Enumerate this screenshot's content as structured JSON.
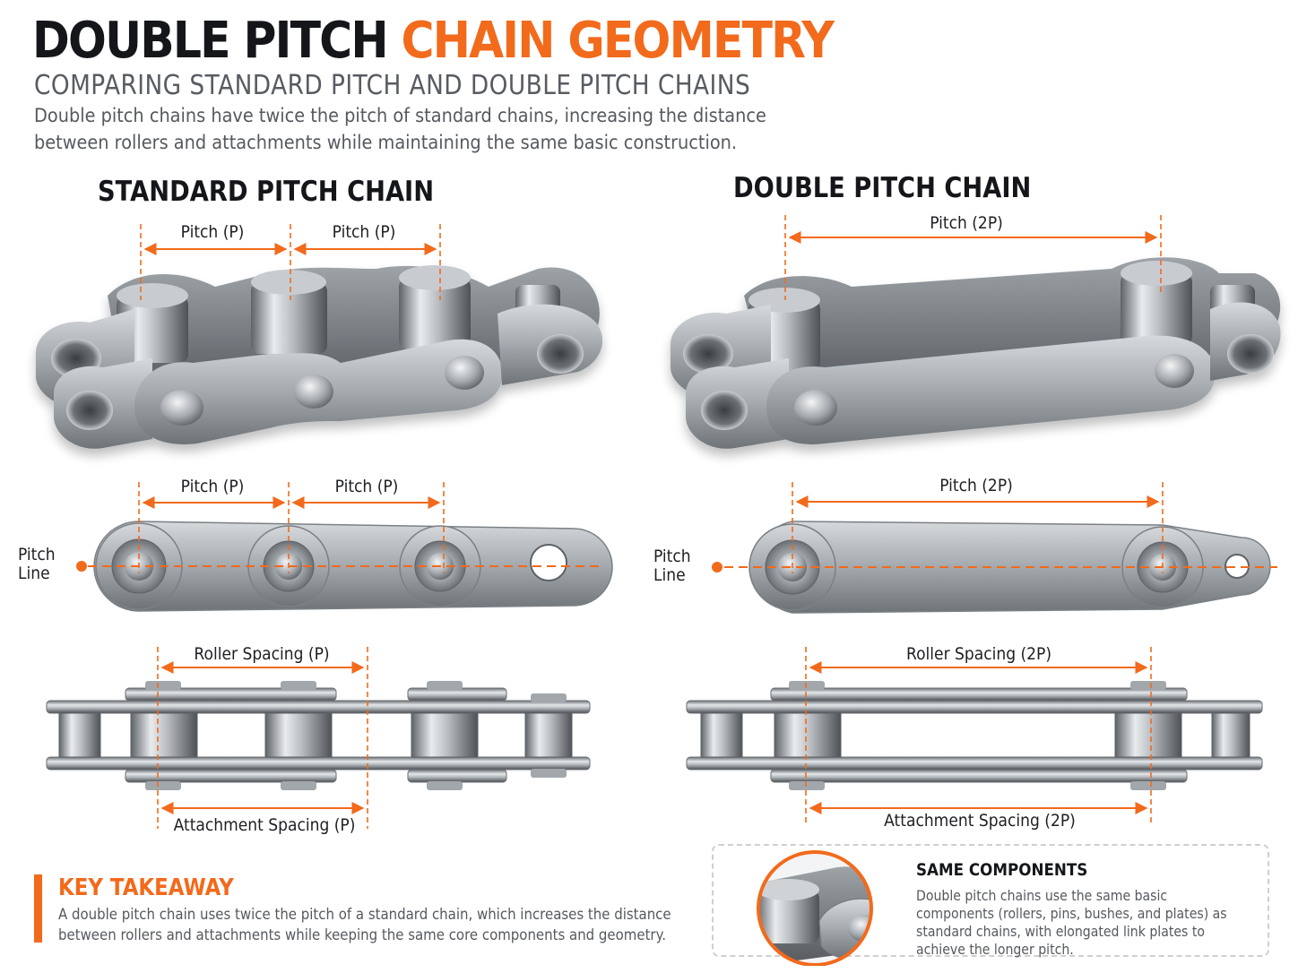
{
  "header": {
    "title_dark": "DOUBLE PITCH",
    "title_accent": "CHAIN GEOMETRY",
    "subtitle": "COMPARING STANDARD PITCH AND DOUBLE PITCH CHAINS",
    "intro": "Double pitch chains have twice the pitch of standard chains, increasing the distance between rollers and attachments while maintaining the same basic construction."
  },
  "standard": {
    "heading": "STANDARD PITCH CHAIN",
    "iso_pitch_1": "Pitch (P)",
    "iso_pitch_2": "Pitch (P)",
    "side_pitch_1": "Pitch (P)",
    "side_pitch_2": "Pitch (P)",
    "pitch_line": "Pitch\nLine",
    "roller_spacing": "Roller Spacing (P)",
    "attachment_spacing": "Attachment Spacing (P)"
  },
  "double": {
    "heading": "DOUBLE PITCH CHAIN",
    "iso_pitch": "Pitch (2P)",
    "side_pitch": "Pitch (2P)",
    "pitch_line": "Pitch\nLine",
    "roller_spacing": "Roller Spacing (2P)",
    "attachment_spacing": "Attachment Spacing (2P)"
  },
  "takeaway": {
    "title": "KEY TAKEAWAY",
    "text": "A double pitch chain uses twice the pitch of a standard chain, which increases the distance between rollers and attachments while keeping the same core components and geometry."
  },
  "components": {
    "title": "SAME COMPONENTS",
    "text": "Double pitch chains use the same basic components (rollers, pins, bushes, and plates) as standard chains, with elongated link plates to achieve the longer pitch."
  },
  "colors": {
    "accent": "#f26a1b",
    "dark": "#14161a",
    "steel": "#9aa0a6"
  }
}
